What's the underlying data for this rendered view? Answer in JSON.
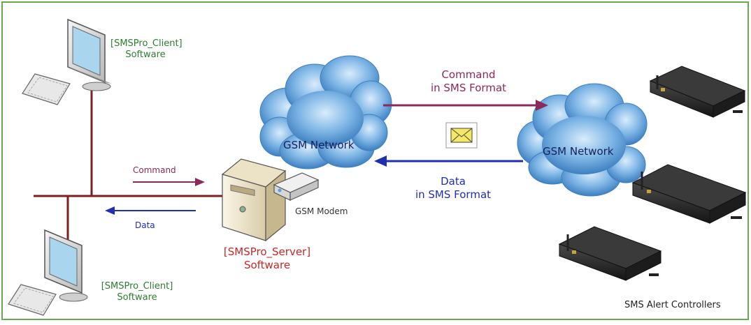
{
  "labels": {
    "client_top_line1": "[SMSPro_Client]",
    "client_top_line2": "Software",
    "client_bottom_line1": "[SMSPro_Client]",
    "client_bottom_line2": "Software",
    "server_line1": "[SMSPro_Server]",
    "server_line2": "Software",
    "gsm_modem": "GSM Modem",
    "lan_command": "Command",
    "lan_data": "Data",
    "gsm_network_left": "GSM Network",
    "gsm_network_right": "GSM Network",
    "sms_command_line1": "Command",
    "sms_command_line2": "in SMS Format",
    "sms_data_line1": "Data",
    "sms_data_line2": "in SMS Format",
    "controllers_caption": "SMS Alert Controllers"
  },
  "colors": {
    "frame": "#6aa84f",
    "network_line": "#7b1f1f",
    "command_arrow": "#8a2a5c",
    "data_arrow": "#1f2fb0",
    "cloud_fill": "#5f9fd6",
    "envelope": "#f5e663"
  }
}
